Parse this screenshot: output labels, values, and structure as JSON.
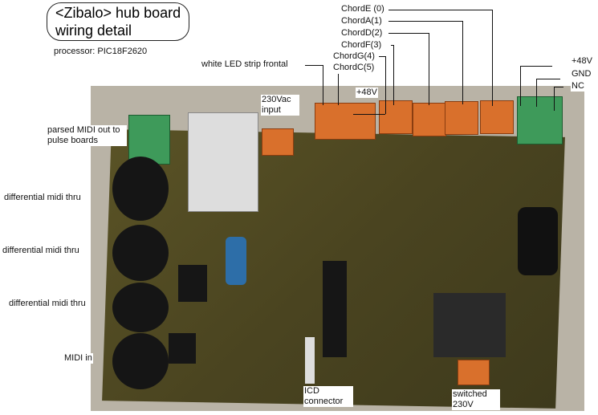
{
  "title": {
    "line1": "<Zibalo> hub board",
    "line2": "wiring detail"
  },
  "processor": "processor: PIC18F2620",
  "labels": {
    "chord_e": "ChordE (0)",
    "chord_a": "ChordA(1)",
    "chord_d": "ChordD(2)",
    "chord_f": "ChordF(3)",
    "chord_g": "ChordG(4)",
    "chord_c": "ChordC(5)",
    "white_led": "white LED strip frontal",
    "plus48_mid": "+48V",
    "ac_input": "230Vac input",
    "plus48_right": "+48V",
    "gnd": "GND",
    "nc": "NC",
    "parsed_midi": "parsed MIDI out to pulse boards",
    "diff_thru_1": "differential midi thru",
    "diff_thru_2": "differential midi thru",
    "diff_thru_3": "differential midi thru",
    "midi_in": "MIDI in",
    "icd": "ICD connector",
    "switched": "switched 230V"
  }
}
